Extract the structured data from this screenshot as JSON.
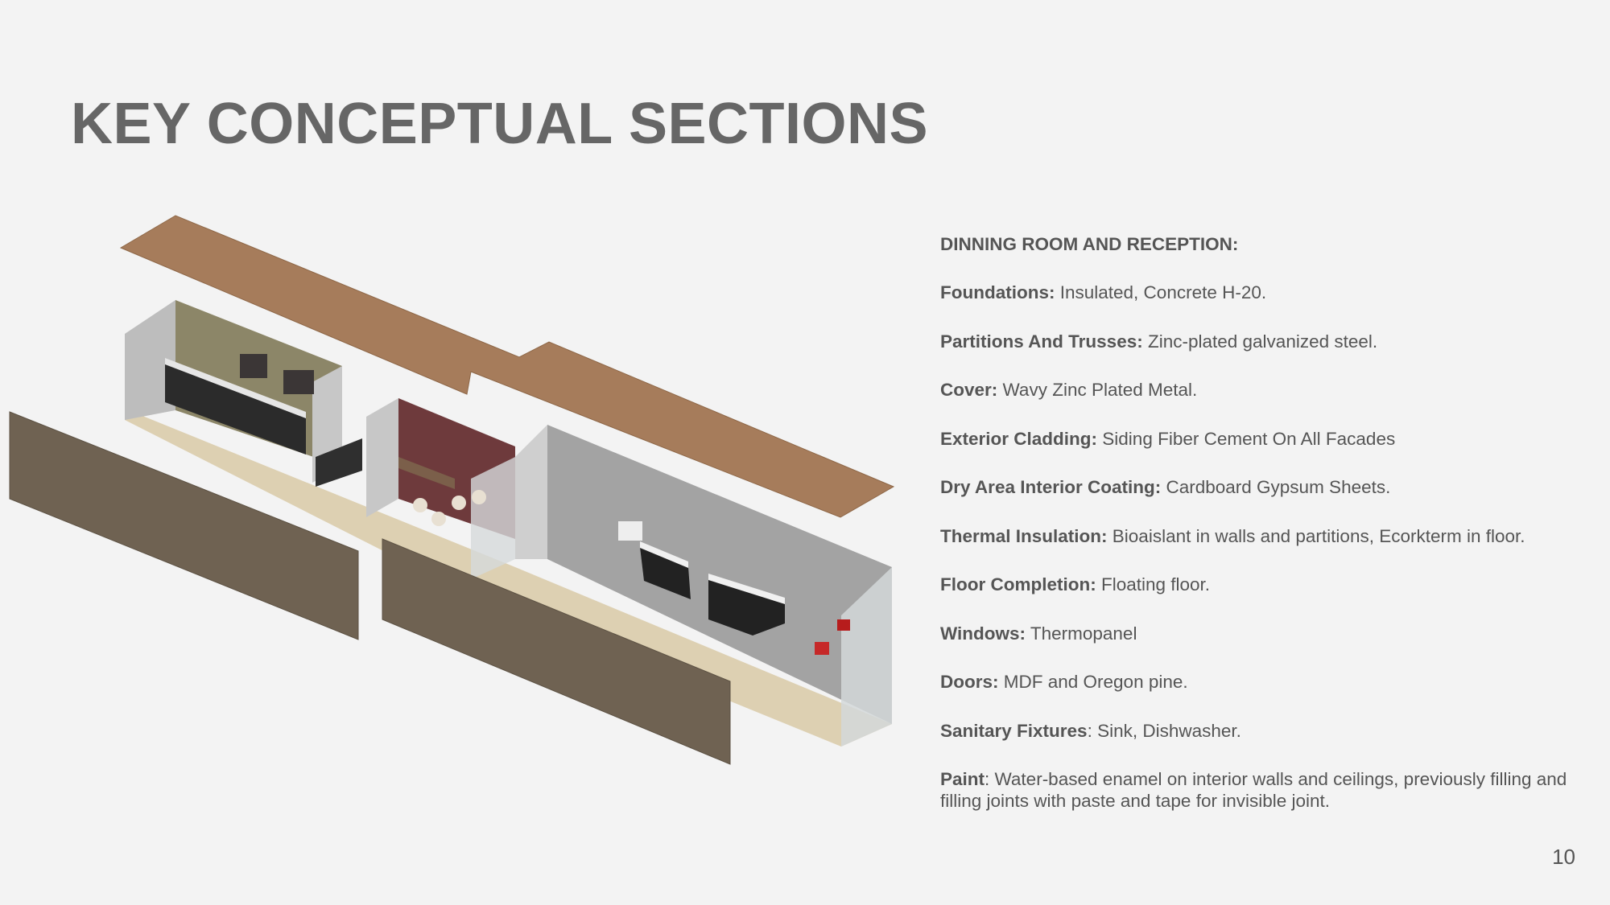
{
  "slide": {
    "title": "KEY CONCEPTUAL SECTIONS",
    "page_number": "10"
  },
  "specs": {
    "heading": "DINNING ROOM AND RECEPTION:",
    "items": [
      {
        "label": "Foundations:",
        "value": " Insulated, Concrete H-20."
      },
      {
        "label": "Partitions And Trusses:",
        "value": " Zinc-plated galvanized steel."
      },
      {
        "label": "Cover:",
        "value": " Wavy Zinc Plated Metal."
      },
      {
        "label": "Exterior Cladding:",
        "value": " Siding Fiber Cement On All Facades"
      },
      {
        "label": "Dry Area Interior Coating:",
        "value": " Cardboard Gypsum Sheets."
      },
      {
        "label": "Thermal Insulation:",
        "value": " Bioaislant in walls and partitions, Ecorkterm in floor."
      },
      {
        "label": "Floor Completion:",
        "value": " Floating floor."
      },
      {
        "label": "Windows:",
        "value": " Thermopanel"
      },
      {
        "label": "Doors:",
        "value": " MDF and Oregon pine."
      },
      {
        "label": "Sanitary Fixtures",
        "value": ": Sink, Dishwasher."
      },
      {
        "label": "Paint",
        "value": ": Water-based enamel on interior walls and ceilings, previously  filling and filling joints with paste and tape for invisible joint."
      }
    ]
  },
  "colors": {
    "background": "#f3f3f3",
    "title": "#666666",
    "text": "#555555",
    "roof": "#a67c5b",
    "exterior_wall": "#6f6252",
    "floor": "#ddd0b2",
    "kitchen_wall": "#8c8668",
    "dining_accent_wall": "#6e3a3c",
    "reception_wall": "#a3a3a3"
  }
}
